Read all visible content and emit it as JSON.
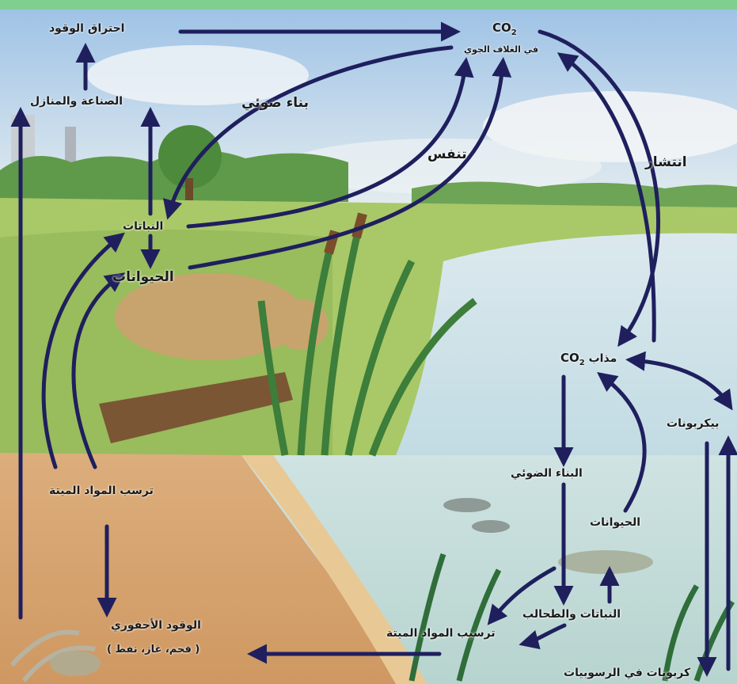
{
  "labels": {
    "fuel_combustion": "احتراق الوقود",
    "industry_homes": "الصناعة والمنازل",
    "photosynthesis_land": "بناء ضوئي",
    "respiration": "تنفس",
    "plants": "النباتات",
    "animals_land": "الحيوانات",
    "co2_atmosphere_formula": "CO",
    "co2_atmosphere_sub": "2",
    "co2_atmosphere_note": "في الغلاف الجوي",
    "diffusion": "انتشار",
    "dissolved_co2_word": "مذاب",
    "dissolved_co2_formula": "CO",
    "dissolved_co2_sub": "2",
    "bicarbonates": "بيكربونات",
    "photosynthesis_water": "البناء الضوئي",
    "animals_water": "الحيوانات",
    "plants_algae": "النباتات والطحالب",
    "sediment_deposition": "ترسيب المواد الميتة",
    "carbonates_sediments": "كربونات في الرسوبيات",
    "dead_matter_deposition": "ترسب المواد الميتة",
    "fossil_fuel": "الوقود الأحفوري",
    "fossil_fuel_examples": "( فحم، غاز، نفط )"
  },
  "colors": {
    "arrow": "#1f1f5e",
    "sky_top": "#9fc3e6",
    "sky_bottom": "#e6eef0",
    "grass": "#a9c868",
    "water": "#c6dde6",
    "soil": "#d9a673",
    "frame_top": "#7fcf8f"
  }
}
